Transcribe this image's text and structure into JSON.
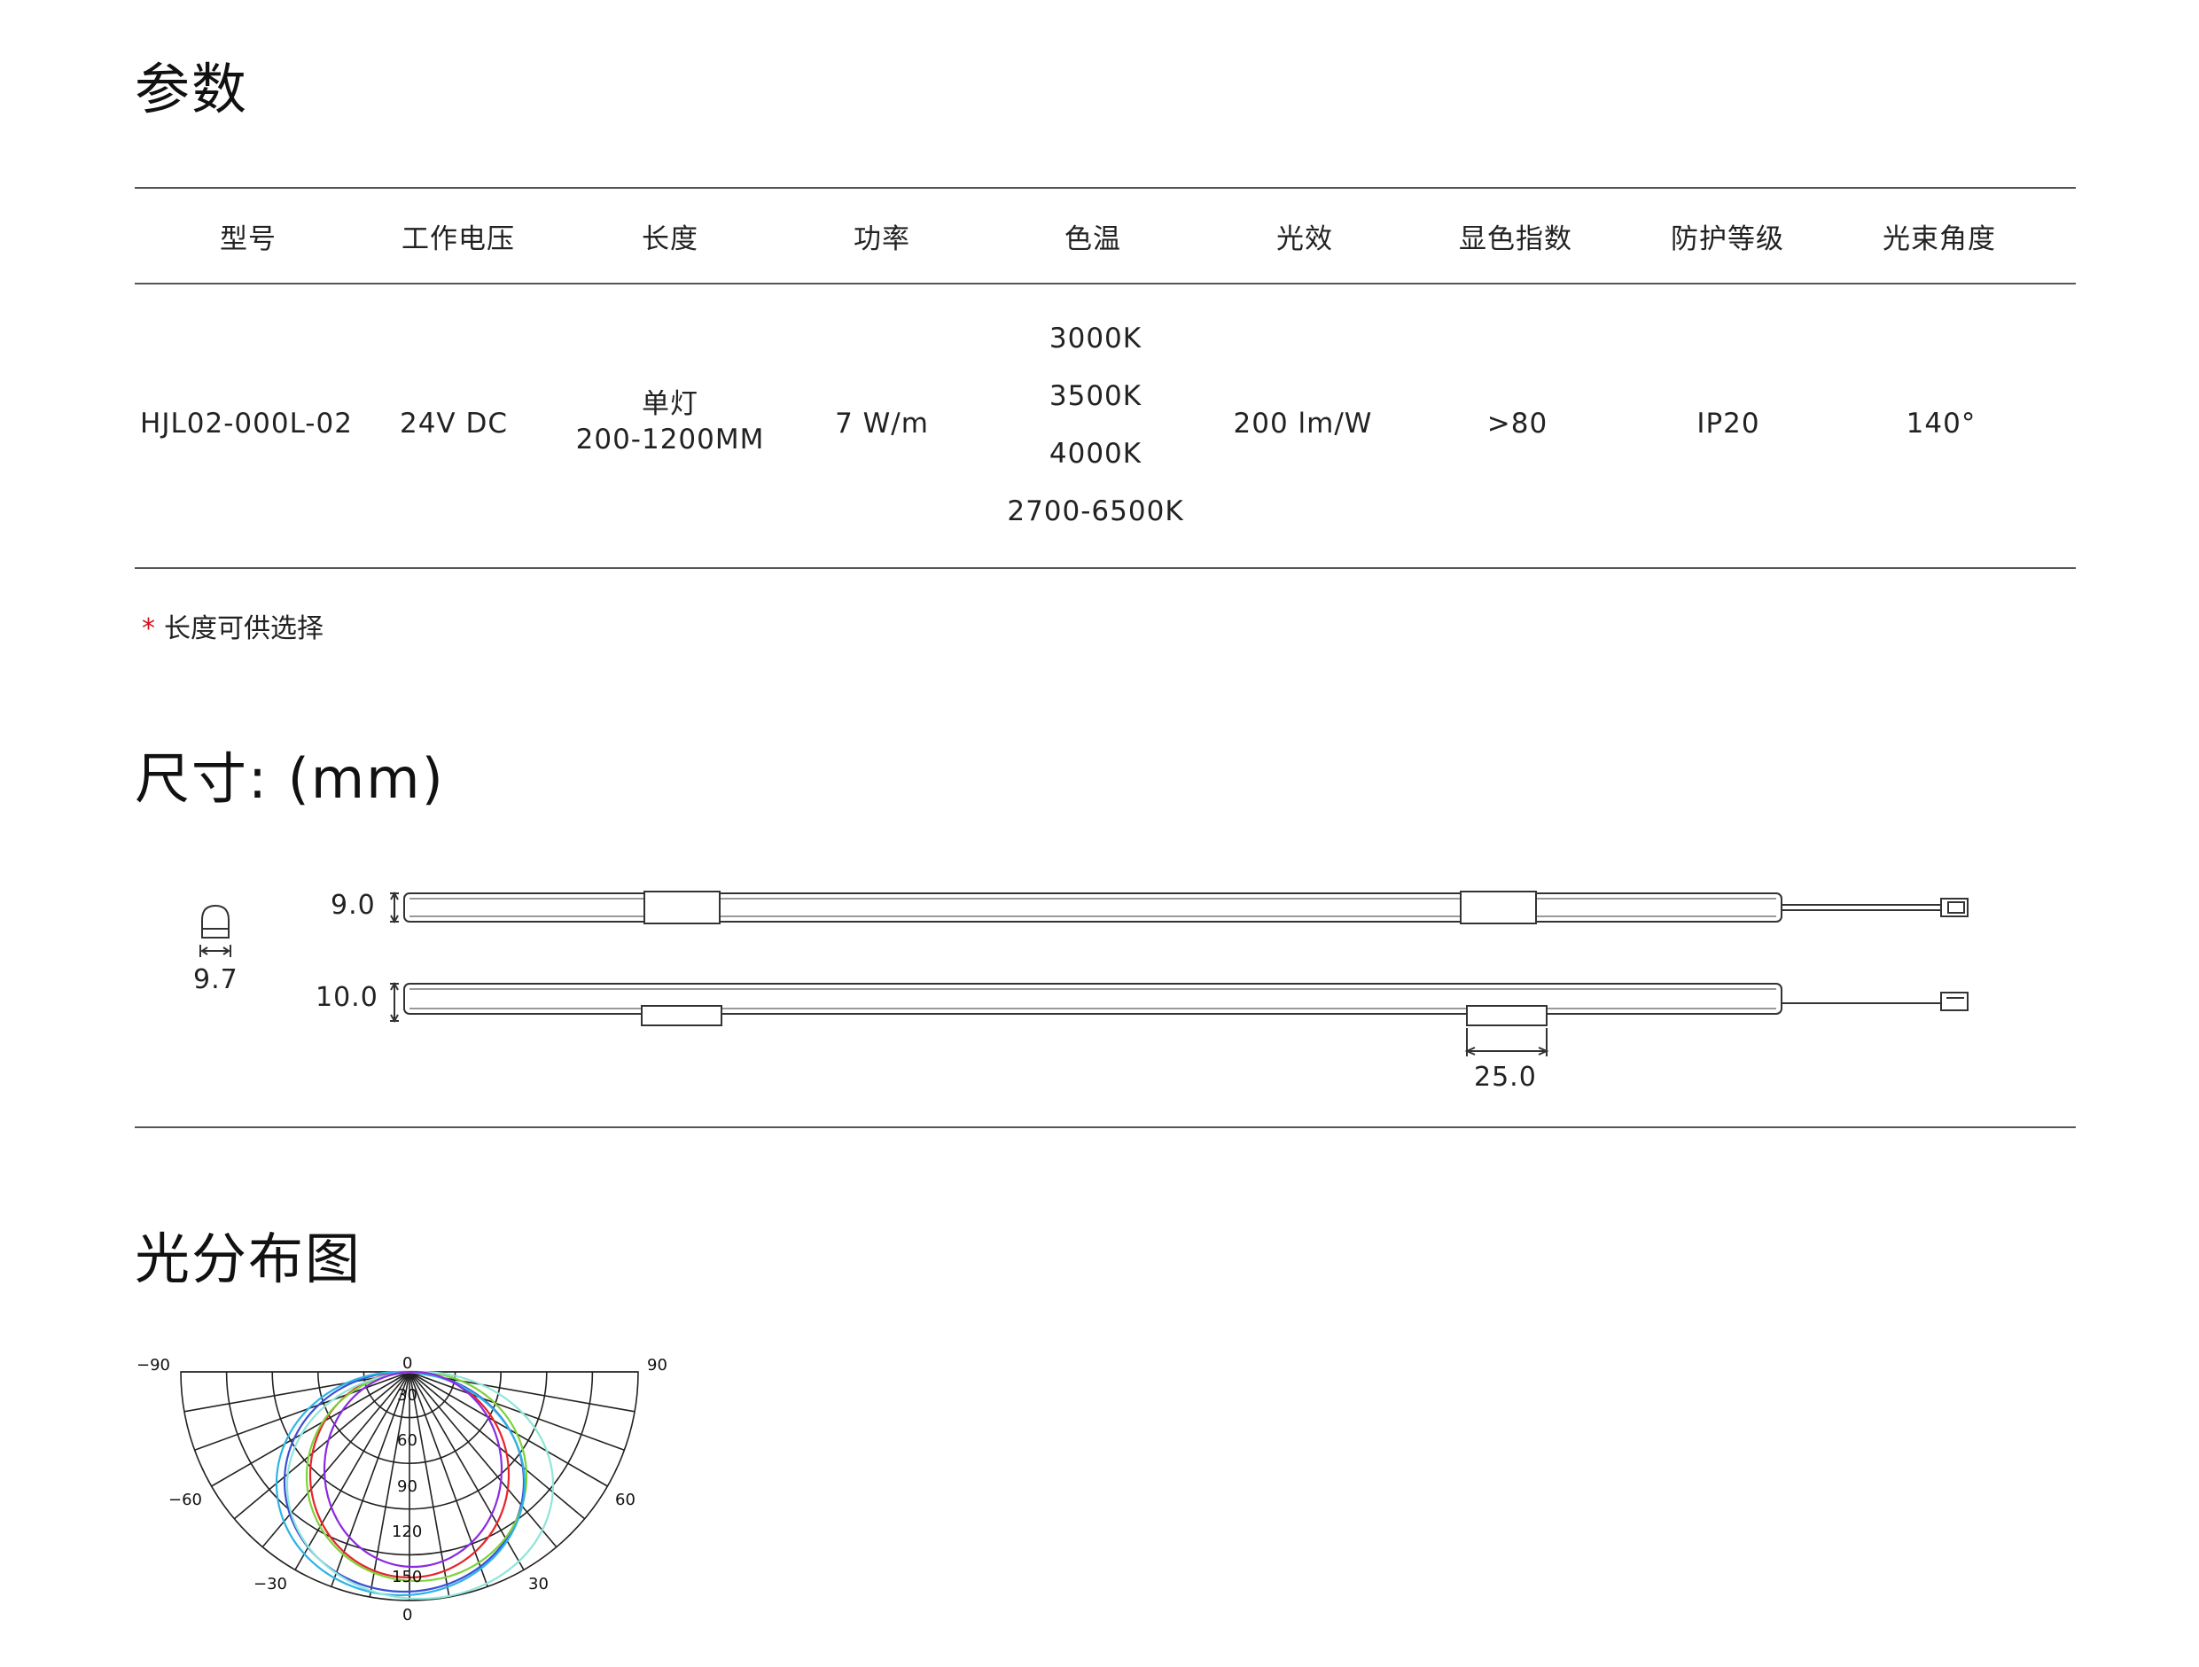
{
  "params": {
    "title": "参数",
    "headers": [
      "型号",
      "工作电压",
      "长度",
      "功率",
      "色温",
      "光效",
      "显色指数",
      "防护等级",
      "光束角度"
    ],
    "row": {
      "model": "HJL02-000L-02",
      "voltage": "24V DC",
      "length_line1": "单灯",
      "length_line2": "200-1200MM",
      "power": "7 W/m",
      "cct": [
        "3000K",
        "3500K",
        "4000K",
        "2700-6500K"
      ],
      "efficacy": "200 lm/W",
      "cri": ">80",
      "ip": "IP20",
      "beam_angle": "140°"
    },
    "note_star": "*",
    "note_text": "长度可供选择"
  },
  "dimensions": {
    "title": "尺寸: (mm)",
    "height_top": "9.0",
    "height_bottom": "10.0",
    "profile_width": "9.7",
    "clip_width": "25.0"
  },
  "light_distribution": {
    "title": "光分布图",
    "angle_labels": {
      "left_top": "−90",
      "right_top": "90",
      "center_top": "0",
      "left_mid": "−60",
      "right_mid": "60",
      "left_low": "−30",
      "right_low": "30",
      "bottom": "0"
    },
    "radial_labels": [
      "30",
      "60",
      "90",
      "120",
      "150"
    ],
    "curve_colors": [
      "#e8232a",
      "#3a4fd6",
      "#7dd33a",
      "#2fb3e6",
      "#8ee6d8",
      "#8a2be2"
    ]
  },
  "colors": {
    "rule": "#555555",
    "asterisk": "#d0101b",
    "text": "#111111"
  }
}
